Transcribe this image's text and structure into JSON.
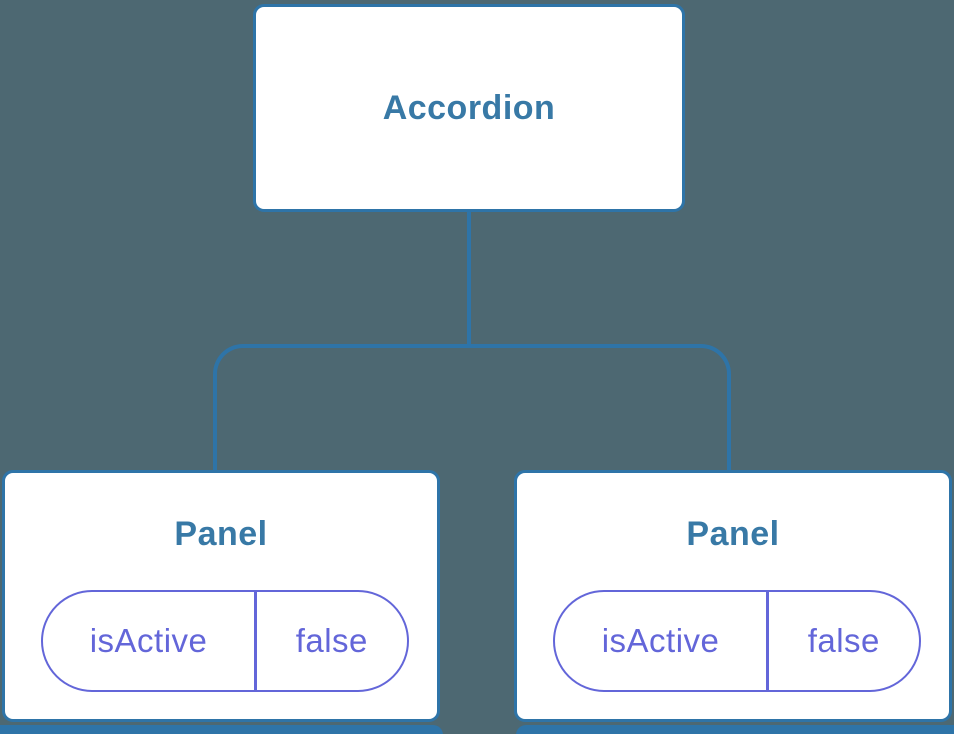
{
  "diagram": {
    "type": "component-tree",
    "colors": {
      "background": "#4D6872",
      "connector_line": "#2E74A8",
      "node_border": "#2E74A8",
      "node_background": "#FFFFFF",
      "node_title_text": "#3879A6",
      "state_accent": "#6366D9"
    },
    "root": {
      "label": "Accordion"
    },
    "children": [
      {
        "label": "Panel",
        "state": {
          "key": "isActive",
          "value": "false"
        }
      },
      {
        "label": "Panel",
        "state": {
          "key": "isActive",
          "value": "false"
        }
      }
    ]
  }
}
